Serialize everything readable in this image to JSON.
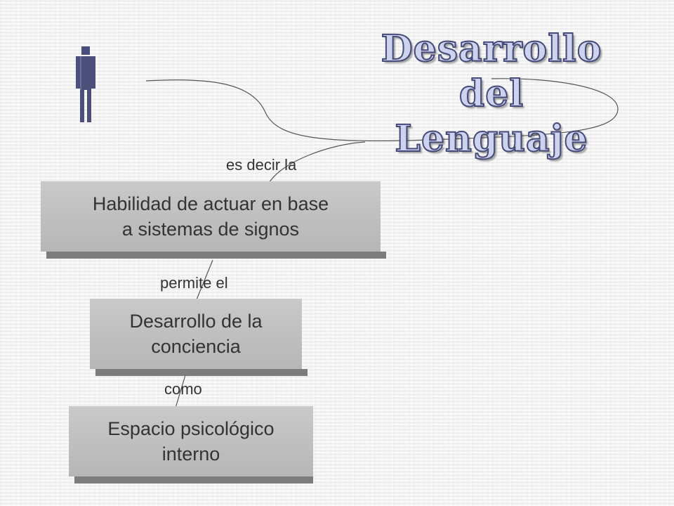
{
  "title": {
    "line1": "Desarrollo del",
    "line2": "Lenguaje"
  },
  "links": {
    "es_decir": "es decir la",
    "permite": "permite el",
    "como": "como"
  },
  "boxes": {
    "habilidad": {
      "line1": "Habilidad de actuar en base",
      "line2": "a sistemas de signos"
    },
    "conciencia": {
      "line1": "Desarrollo de la",
      "line2": "conciencia"
    },
    "espacio": {
      "line1": "Espacio psicológico",
      "line2": "interno"
    }
  },
  "icons": {
    "person": "person-icon"
  },
  "colors": {
    "title_fill": "#cdd3ef",
    "title_stroke": "#454a78",
    "person": "#4b4f7a",
    "box": "#bdbdbd"
  }
}
